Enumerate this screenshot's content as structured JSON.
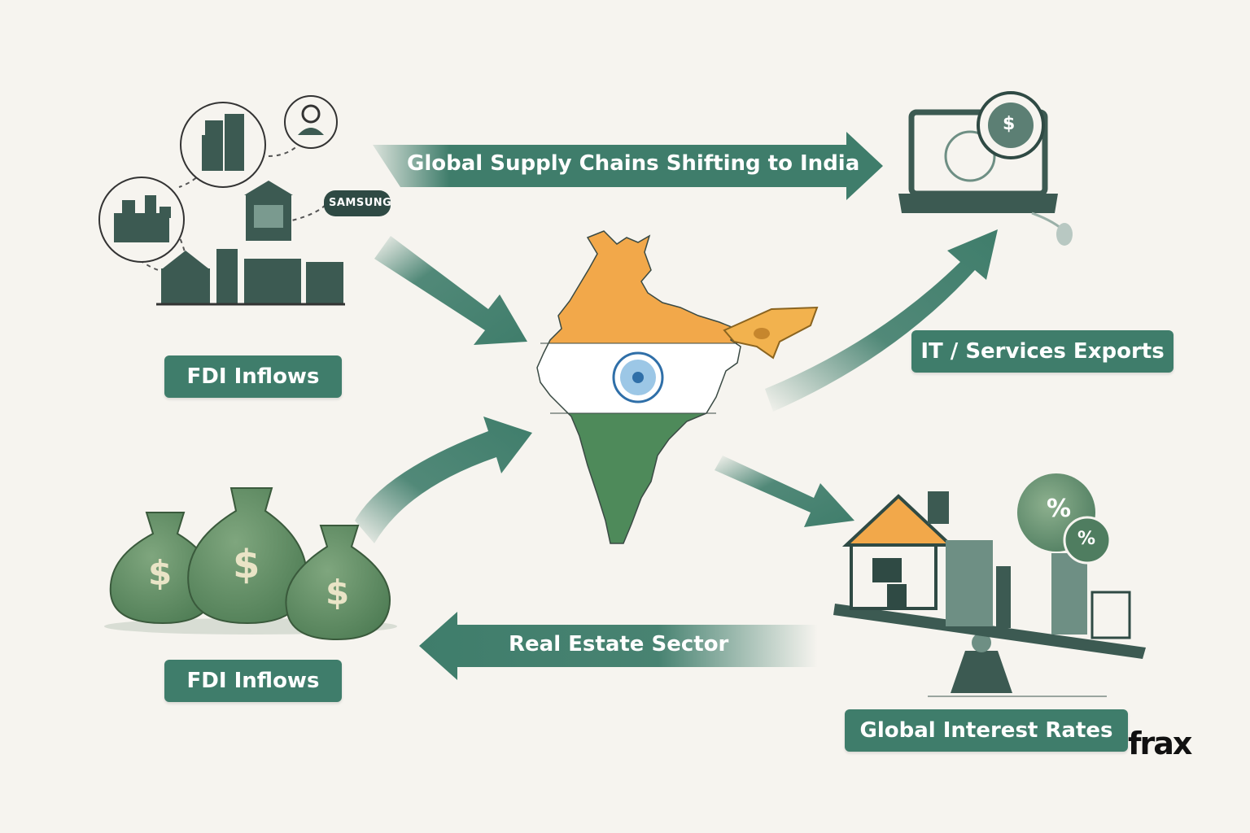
{
  "labels": {
    "fdi_top": "FDI Inflows",
    "fdi_bottom": "FDI Inflows",
    "it_exports": "IT / Services Exports",
    "interest_rates": "Global Interest Rates"
  },
  "arrows": {
    "supply_chain": "Global Supply Chains Shifting to India",
    "real_estate": "Real Estate Sector"
  },
  "badges": {
    "company": "SAMSUNG"
  },
  "icons": {
    "money_symbol": "$",
    "percent_symbol": "%",
    "rupee_symbol": "$"
  },
  "brand": "frax",
  "colors": {
    "primary_green": "#3f7d6b",
    "dark_green": "#3c5a52",
    "saffron": "#f2a84a",
    "india_green": "#4e8a5a",
    "background": "#f6f4ef"
  }
}
